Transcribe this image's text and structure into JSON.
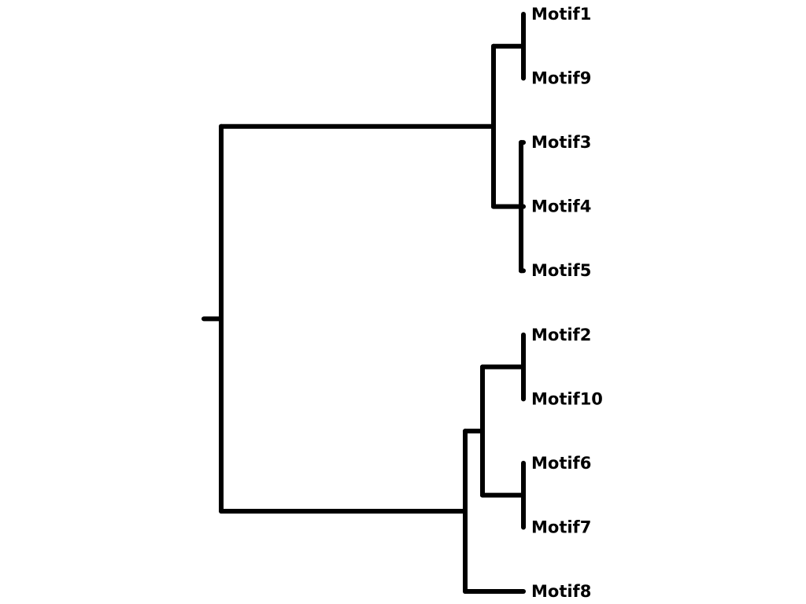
{
  "colors": {
    "background": "#ffffff",
    "line": "#000000",
    "text": "#000000"
  },
  "tree": {
    "type": "dendrogram",
    "orientation": "left-to-right",
    "leaves": [
      "Motif1",
      "Motif9",
      "Motif3",
      "Motif4",
      "Motif5",
      "Motif2",
      "Motif10",
      "Motif6",
      "Motif7",
      "Motif8"
    ],
    "structure": {
      "children": [
        {
          "children": [
            {
              "children": [
                {
                  "leaf": "Motif1"
                },
                {
                  "leaf": "Motif9"
                }
              ]
            },
            {
              "children": [
                {
                  "leaf": "Motif3"
                },
                {
                  "leaf": "Motif4"
                },
                {
                  "leaf": "Motif5"
                }
              ]
            }
          ]
        },
        {
          "children": [
            {
              "children": [
                {
                  "children": [
                    {
                      "leaf": "Motif2"
                    },
                    {
                      "leaf": "Motif10"
                    }
                  ]
                },
                {
                  "children": [
                    {
                      "leaf": "Motif6"
                    },
                    {
                      "leaf": "Motif7"
                    }
                  ]
                }
              ]
            },
            {
              "leaf": "Motif8"
            }
          ]
        }
      ]
    }
  }
}
